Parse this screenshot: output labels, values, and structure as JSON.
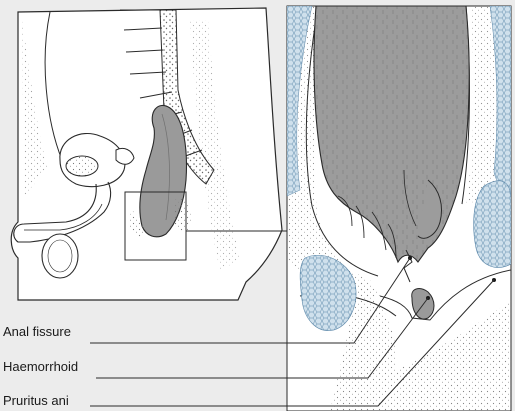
{
  "labels": {
    "anal_fissure": "Anal fissure",
    "haemorrhoid": "Haemorrhoid",
    "pruritus_ani": "Pruritus ani"
  },
  "colors": {
    "background": "#ececec",
    "panel": "#ffffff",
    "rectum": "#9a9a9a",
    "fat_tissue": "#c7dce9",
    "line": "#2a2a2a"
  },
  "icons": {
    "sagittal_section": "sagittal-pelvis-illustration",
    "magnified_view": "anal-canal-closeup-illustration"
  }
}
